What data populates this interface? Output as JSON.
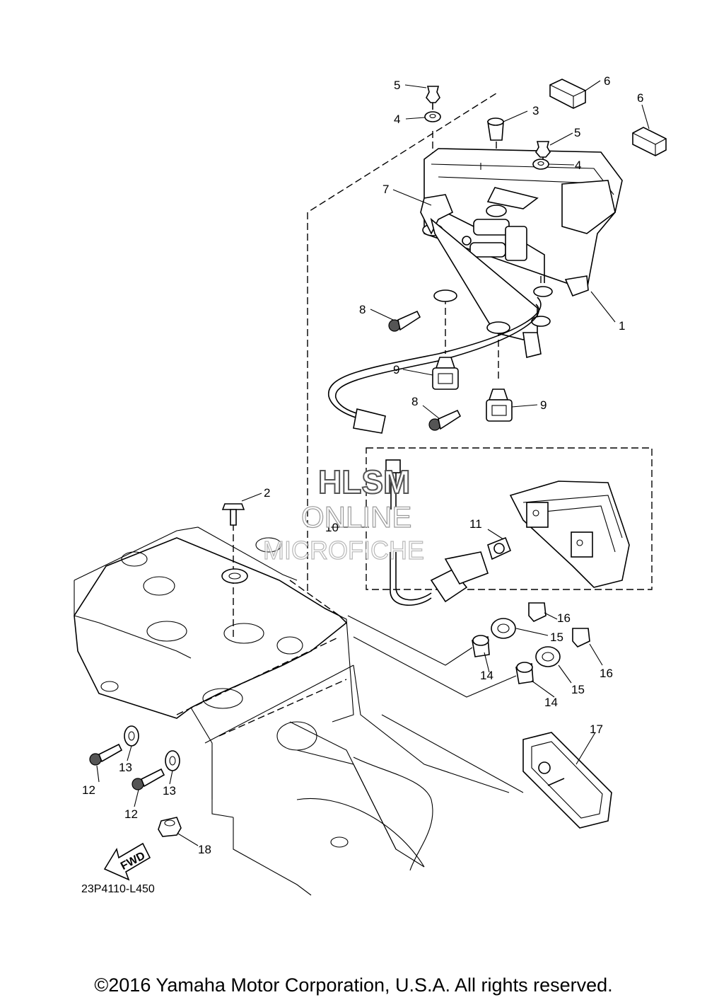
{
  "diagram": {
    "callouts": [
      "1",
      "2",
      "3",
      "4",
      "4",
      "5",
      "5",
      "6",
      "6",
      "7",
      "8",
      "8",
      "9",
      "9",
      "10",
      "11",
      "12",
      "12",
      "13",
      "13",
      "14",
      "14",
      "15",
      "15",
      "16",
      "16",
      "17",
      "18"
    ],
    "fwd_label": "FWD",
    "drawing_code": "23P4110-L450",
    "watermark": {
      "line1": "HLSM",
      "line2": "ONLINE",
      "line3": "MICROFICHE"
    }
  },
  "footer": {
    "copyright": "©2016 Yamaha Motor Corporation, U.S.A. All rights reserved."
  }
}
